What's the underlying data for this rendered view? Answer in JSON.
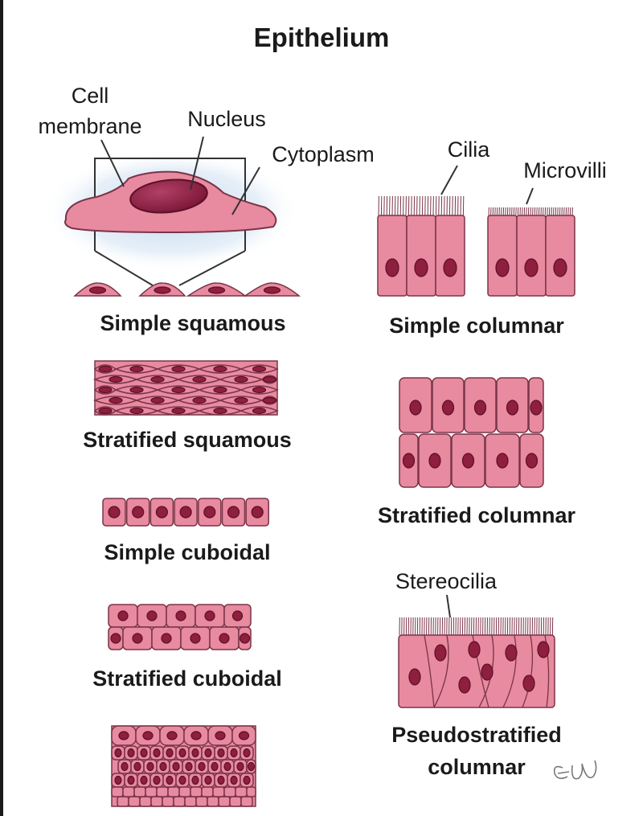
{
  "title": "Epithelium",
  "parts": {
    "cell_membrane_line1": "Cell",
    "cell_membrane_line2": "membrane",
    "nucleus": "Nucleus",
    "cytoplasm": "Cytoplasm",
    "cilia": "Cilia",
    "microvilli": "Microvilli",
    "stereocilia": "Stereocilia"
  },
  "captions": {
    "simple_squamous": "Simple squamous",
    "simple_columnar": "Simple columnar",
    "stratified_squamous": "Stratified squamous",
    "stratified_columnar": "Stratified columnar",
    "simple_cuboidal": "Simple cuboidal",
    "stratified_cuboidal": "Stratified cuboidal",
    "pseudostratified_line1": "Pseudostratified",
    "pseudostratified_line2": "columnar"
  },
  "colors": {
    "cell_fill": "#e88aa0",
    "cell_stroke": "#7a3448",
    "nucleus_fill": "#8e1f3e",
    "nucleus_stroke": "#5c1026",
    "glow": "#bcd4ec",
    "label_text": "#1a1a1a"
  },
  "signature": "signature-mark"
}
